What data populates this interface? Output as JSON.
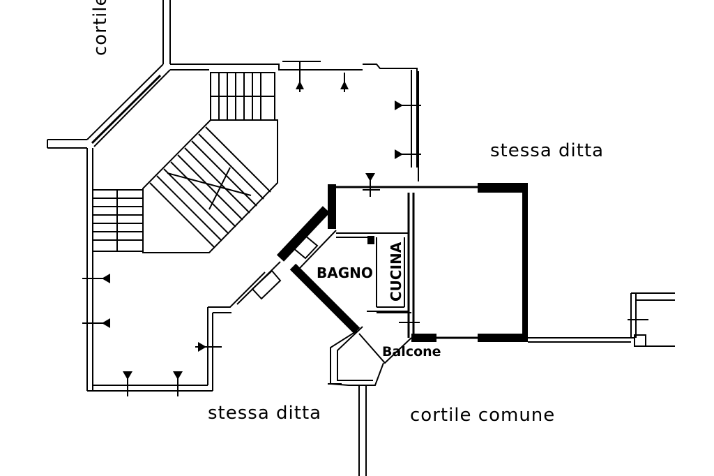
{
  "labels": {
    "cortile_top": "cortile",
    "stessa_ditta_right": "stessa ditta",
    "stessa_ditta_bottom": "stessa ditta",
    "cortile_comune": "cortile comune",
    "bagno": "BAGNO",
    "cucina": "CUCINA",
    "balcone": "Balcone"
  },
  "colors": {
    "line": "#000000",
    "background": "#ffffff"
  },
  "icons": {
    "window_marker": "triangle-arrow"
  }
}
